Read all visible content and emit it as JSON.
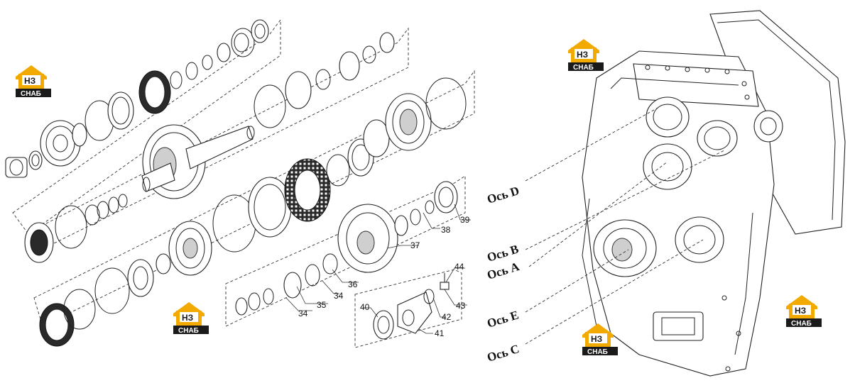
{
  "logo": {
    "monogram": "НЗ",
    "word": "СНАБ",
    "colors": {
      "orange": "#f2a900",
      "dark": "#1a1a1a",
      "white": "#ffffff"
    }
  },
  "part_numbers": {
    "p34a": "34",
    "p34b": "34",
    "p35": "35",
    "p36": "36",
    "p37": "37",
    "p38": "38",
    "p39": "39",
    "p40": "40",
    "p41": "41",
    "p42": "42",
    "p43": "43",
    "p44": "44"
  },
  "axes": {
    "d": "Ось D",
    "b": "Ось B",
    "a": "Ось A",
    "e": "Ось E",
    "c": "Ось C"
  }
}
